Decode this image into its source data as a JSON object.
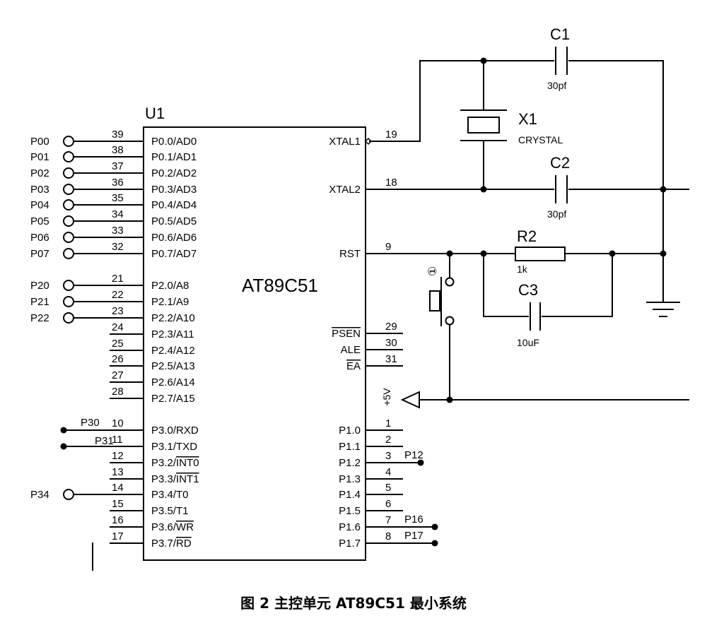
{
  "chip": {
    "ref": "U1",
    "part": "AT89C51",
    "left_pins": [
      {
        "num": "39",
        "name": "P0.0/AD0",
        "net": "P00"
      },
      {
        "num": "38",
        "name": "P0.1/AD1",
        "net": "P01"
      },
      {
        "num": "37",
        "name": "P0.2/AD2",
        "net": "P02"
      },
      {
        "num": "36",
        "name": "P0.3/AD3",
        "net": "P03"
      },
      {
        "num": "35",
        "name": "P0.4/AD4",
        "net": "P04"
      },
      {
        "num": "34",
        "name": "P0.5/AD5",
        "net": "P05"
      },
      {
        "num": "33",
        "name": "P0.6/AD6",
        "net": "P06"
      },
      {
        "num": "32",
        "name": "P0.7/AD7",
        "net": "P07"
      },
      {
        "num": "21",
        "name": "P2.0/A8",
        "net": "P20"
      },
      {
        "num": "22",
        "name": "P2.1/A9",
        "net": "P21"
      },
      {
        "num": "23",
        "name": "P2.2/A10",
        "net": "P22"
      },
      {
        "num": "24",
        "name": "P2.3/A11"
      },
      {
        "num": "25",
        "name": "P2.4/A12"
      },
      {
        "num": "26",
        "name": "P2.5/A13"
      },
      {
        "num": "27",
        "name": "P2.6/A14"
      },
      {
        "num": "28",
        "name": "P2.7/A15"
      },
      {
        "num": "10",
        "name": "P3.0/RXD",
        "net": "P30"
      },
      {
        "num": "11",
        "name": "P3.1/TXD",
        "net": "P31"
      },
      {
        "num": "12",
        "name": "P3.2/",
        "over": "INT0"
      },
      {
        "num": "13",
        "name": "P3.3/",
        "over": "INT1"
      },
      {
        "num": "14",
        "name": "P3.4/T0",
        "net": "P34"
      },
      {
        "num": "15",
        "name": "P3.5/T1"
      },
      {
        "num": "16",
        "name": "P3.6/",
        "over": "WR"
      },
      {
        "num": "17",
        "name": "P3.7/",
        "over": "RD"
      }
    ],
    "right_pins": [
      {
        "num": "19",
        "name": "XTAL1"
      },
      {
        "num": "18",
        "name": "XTAL2"
      },
      {
        "num": "9",
        "name": "RST"
      },
      {
        "num": "29",
        "name": "PSEN",
        "overline": true
      },
      {
        "num": "30",
        "name": "ALE"
      },
      {
        "num": "31",
        "name": "EA",
        "overline": true
      },
      {
        "num": "1",
        "name": "P1.0"
      },
      {
        "num": "2",
        "name": "P1.1"
      },
      {
        "num": "3",
        "name": "P1.2",
        "net": "P12"
      },
      {
        "num": "4",
        "name": "P1.3"
      },
      {
        "num": "5",
        "name": "P1.4"
      },
      {
        "num": "6",
        "name": "P1.5"
      },
      {
        "num": "7",
        "name": "P1.6",
        "net": "P16"
      },
      {
        "num": "8",
        "name": "P1.7",
        "net": "P17"
      }
    ]
  },
  "components": {
    "c1": {
      "ref": "C1",
      "value": "30pf"
    },
    "c2": {
      "ref": "C2",
      "value": "30pf"
    },
    "c3": {
      "ref": "C3",
      "value": "10uF"
    },
    "r2": {
      "ref": "R2",
      "value": "1k"
    },
    "x1": {
      "ref": "X1",
      "value": "CRYSTAL"
    },
    "switch_marker": "①",
    "power_label": "+5V"
  },
  "caption": "图 2  主控单元 AT89C51 最小系统",
  "colors": {
    "ink": "#000000",
    "background": "#ffffff"
  }
}
